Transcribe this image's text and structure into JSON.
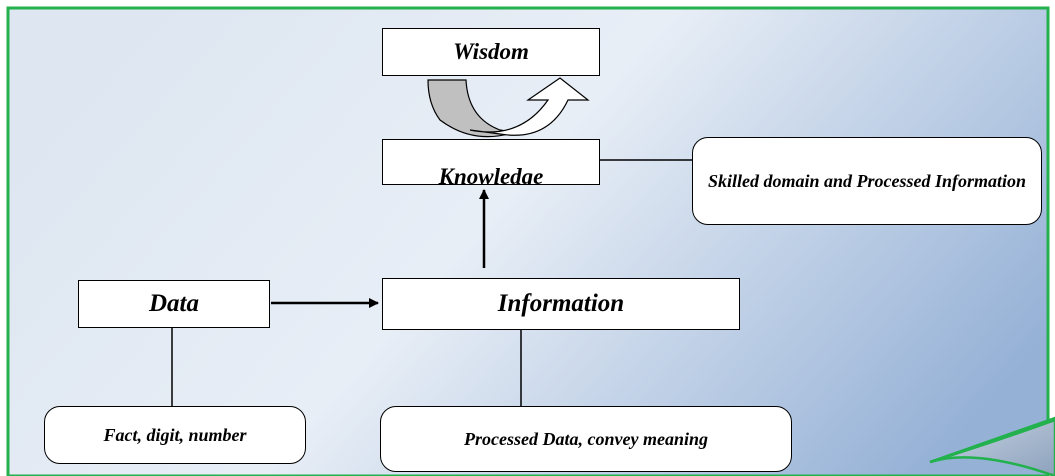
{
  "diagram": {
    "nodes": {
      "wisdom": "Wisdom",
      "knowledge": "Knowledge",
      "skilled": "Skilled domain and Processed Information",
      "data": "Data",
      "information": "Information",
      "fact": "Fact, digit, number",
      "processed": "Processed Data, convey meaning"
    },
    "colors": {
      "frame_border": "#22b14c",
      "background_light": "#e9eff7",
      "background_dark": "#9fb8da",
      "curl_fill": "#a8b8cc",
      "curved_arrow_grey": "#c0c0c0",
      "line": "#000000"
    },
    "edges": [
      {
        "from": "data",
        "to": "information",
        "arrow": true
      },
      {
        "from": "information",
        "to": "knowledge",
        "arrow": true
      },
      {
        "from": "knowledge",
        "to": "skilled",
        "arrow": false
      },
      {
        "from": "data",
        "to": "fact",
        "arrow": false
      },
      {
        "from": "information",
        "to": "processed",
        "arrow": false
      },
      {
        "from": "knowledge",
        "to": "wisdom",
        "arrow": "curved-u-turn"
      }
    ]
  }
}
